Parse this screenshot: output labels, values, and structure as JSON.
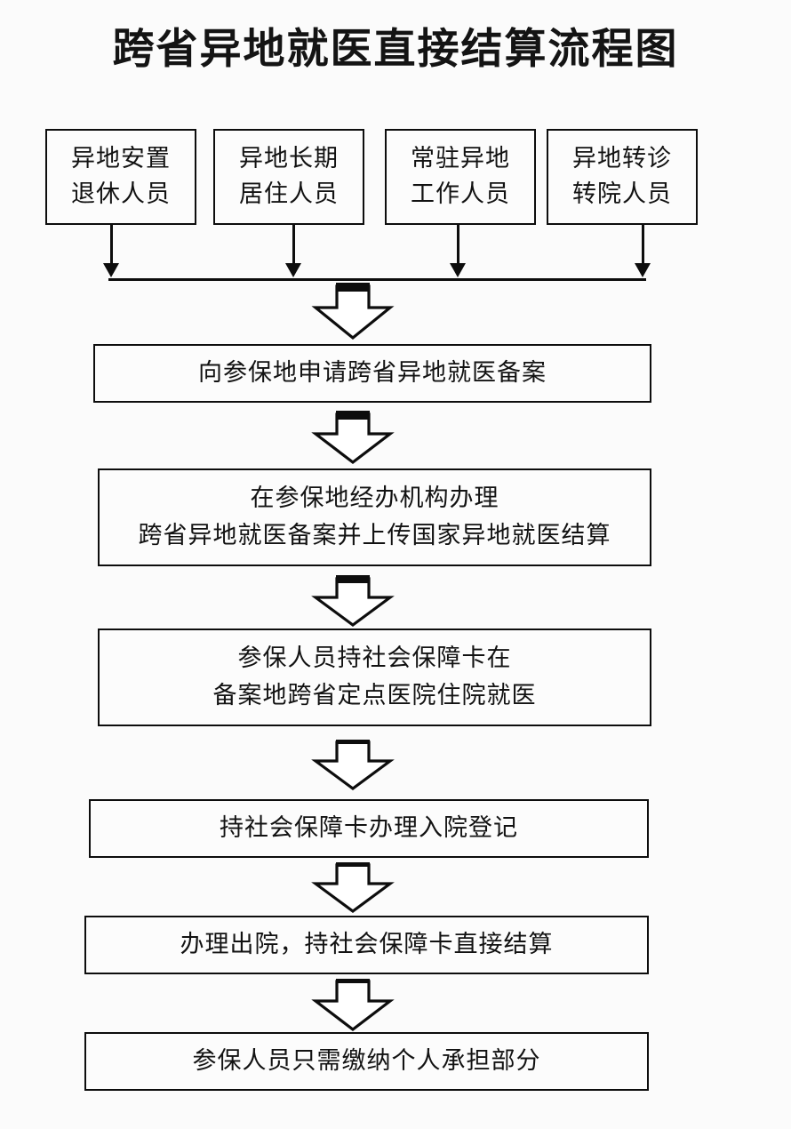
{
  "title": "跨省异地就医直接结算流程图",
  "colors": {
    "background": "#fbfbfb",
    "stroke": "#0d0d0d",
    "box_fill": "#fcfcfc",
    "text": "#121212",
    "accent_red": "#9b3b30"
  },
  "source_boxes": [
    {
      "line1": "异地安置",
      "line2": "退休人员"
    },
    {
      "line1": "异地长期",
      "line2": "居住人员"
    },
    {
      "line1": "常驻异地",
      "line2": "工作人员"
    },
    {
      "line1": "异地转诊",
      "line2": "转院人员"
    }
  ],
  "process_boxes": [
    {
      "line1": "向参保地申请跨省异地就医备案",
      "line2": ""
    },
    {
      "line1": "在参保地经办机构办理",
      "line2": "跨省异地就医备案并上传国家异地就医结算"
    },
    {
      "line1": "参保人员持社会保障卡在",
      "line2": "备案地跨省定点医院住院就医"
    },
    {
      "line1": "持社会保障卡办理入院登记",
      "line2": ""
    },
    {
      "line1": "办理出院，持社会保障卡直接结算",
      "line2": ""
    },
    {
      "line1": "参保人员只需缴纳个人承担部分",
      "line2": ""
    }
  ],
  "connectors": {
    "merge_bar_label": "merge-bar",
    "block_arrow_label": "down-block-arrow",
    "count_source_arrows": 4,
    "count_block_arrows": 6
  }
}
